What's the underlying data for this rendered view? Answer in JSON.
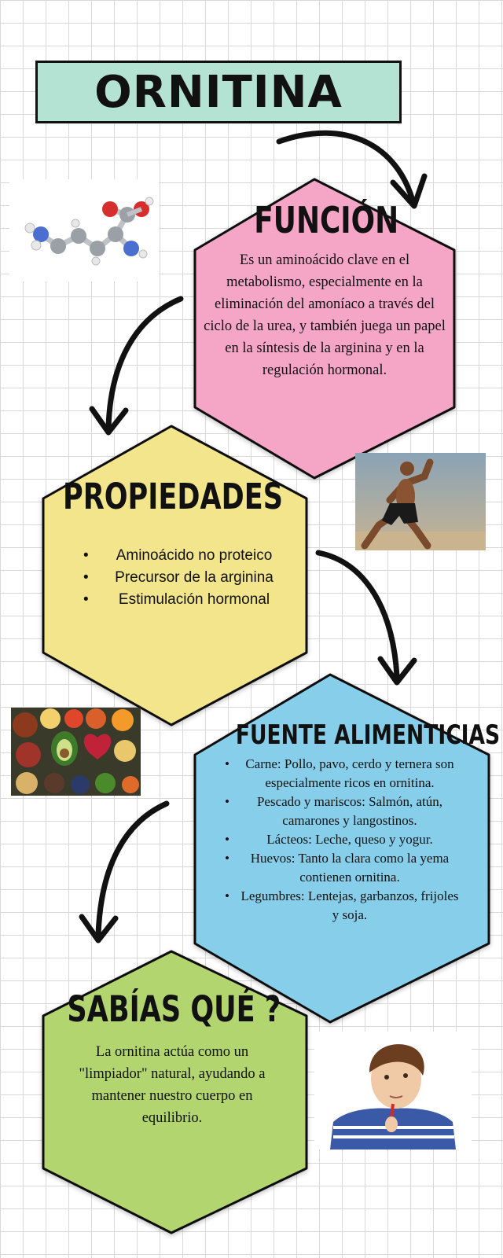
{
  "title": "ORNITINA",
  "funcion": {
    "heading": "FUNCIÓN",
    "text": "Es un aminoácido clave en el metabolismo, especialmente en la eliminación del amoníaco a través del ciclo de la urea, y también juega un papel en la síntesis de la arginina y en la regulación hormonal."
  },
  "propiedades": {
    "heading": "PROPIEDADES",
    "items": [
      "Aminoácido no proteico",
      "Precursor de la arginina",
      "Estimulación hormonal"
    ]
  },
  "fuentes": {
    "heading": "FUENTE ALIMENTICIAS",
    "items": [
      "Carne: Pollo, pavo, cerdo y ternera son especialmente ricos en ornitina.",
      "Pescado y mariscos: Salmón, atún, camarones y langostinos.",
      "Lácteos: Leche, queso y yogur.",
      "Huevos: Tanto la clara como la yema contienen ornitina.",
      "Legumbres: Lentejas, garbanzos, frijoles y soja."
    ]
  },
  "sabias": {
    "heading": "SABÍAS QUÉ ?",
    "text": "La ornitina actúa como un \"limpiador\" natural, ayudando a mantener nuestro cuerpo en equilibrio."
  },
  "colors": {
    "title_bg": "#b4e3d3",
    "funcion": "#f5a6c7",
    "propiedades": "#f3e58b",
    "fuentes": "#87ceea",
    "sabias": "#b2d570"
  },
  "images": [
    "molecule-image",
    "runner-image",
    "food-image",
    "thinking-boy-image"
  ]
}
